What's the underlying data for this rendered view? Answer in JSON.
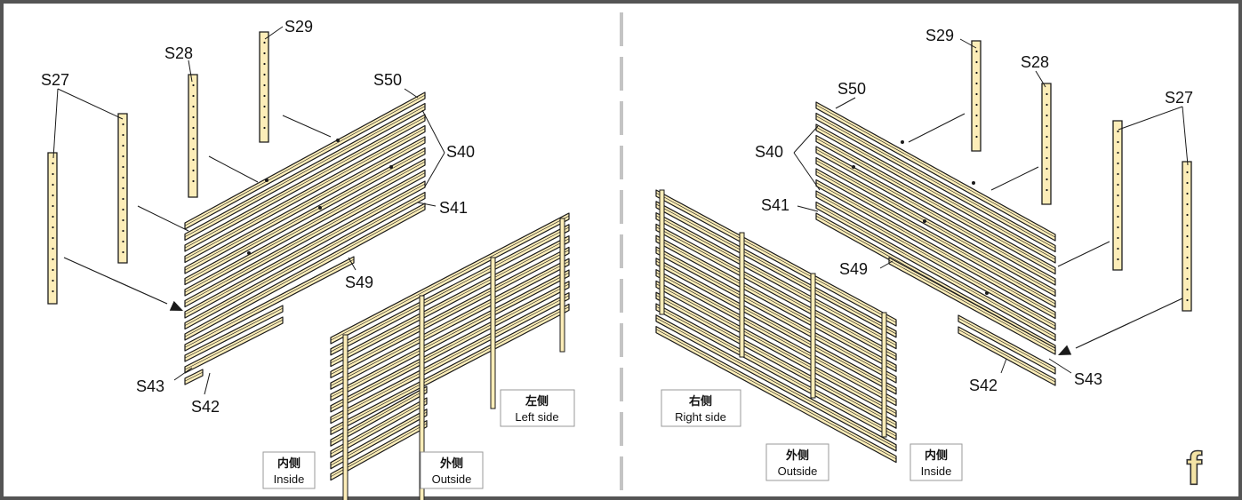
{
  "colors": {
    "part_fill": "#fcedb8",
    "part_stroke": "#1a1a1a",
    "frame": "#555555",
    "divider": "#c4c4c4",
    "badge": "#f3e3a5"
  },
  "left_panel": {
    "labels": {
      "s27": "S27",
      "s28": "S28",
      "s29": "S29",
      "s50": "S50",
      "s40": "S40",
      "s41": "S41",
      "s49": "S49",
      "s43": "S43",
      "s42": "S42"
    },
    "legend_left_side": {
      "zh": "左侧",
      "en": "Left side"
    },
    "legend_inside": {
      "zh": "内侧",
      "en": "Inside"
    },
    "legend_outside": {
      "zh": "外侧",
      "en": "Outside"
    }
  },
  "right_panel": {
    "labels": {
      "s29": "S29",
      "s28": "S28",
      "s27": "S27",
      "s50": "S50",
      "s40": "S40",
      "s41": "S41",
      "s49": "S49",
      "s42": "S42",
      "s43": "S43"
    },
    "legend_right_side": {
      "zh": "右侧",
      "en": "Right side"
    },
    "legend_outside": {
      "zh": "外侧",
      "en": "Outside"
    },
    "legend_inside": {
      "zh": "内侧",
      "en": "Inside"
    }
  },
  "step_badge": {
    "letter": "f",
    "icon": "step-letter-icon"
  }
}
